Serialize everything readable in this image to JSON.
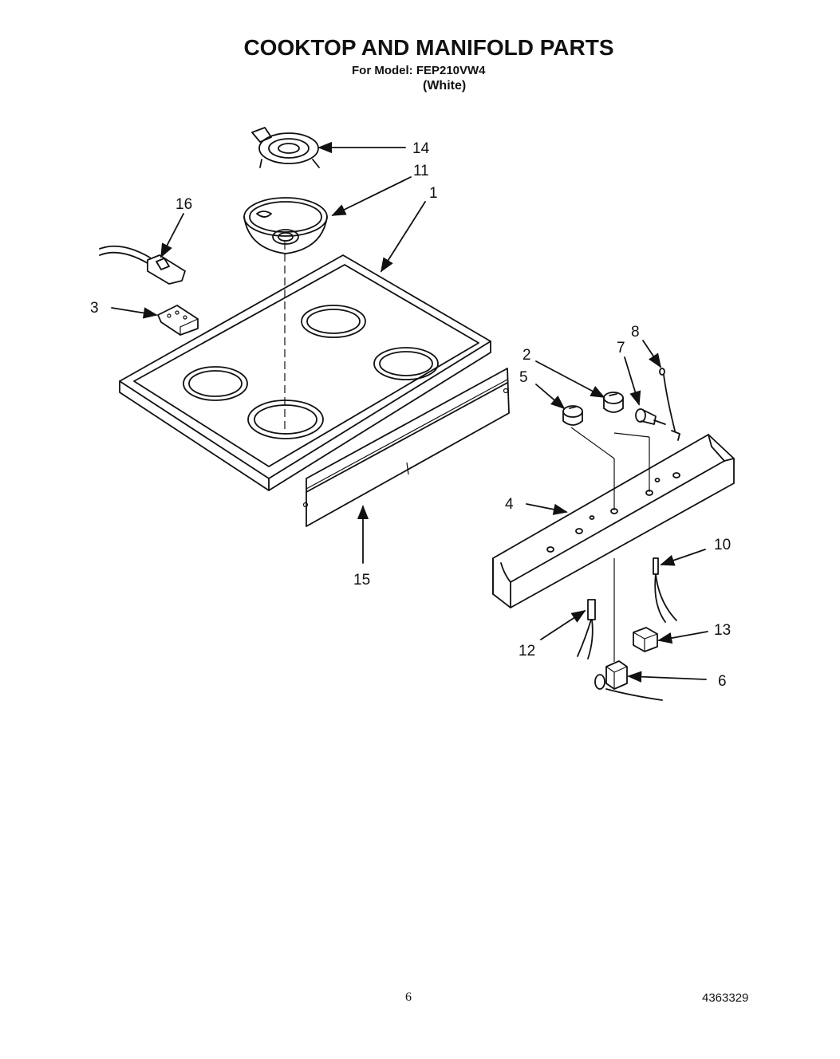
{
  "page": {
    "title": "COOKTOP AND MANIFOLD PARTS",
    "model_line": "For Model: FEP210VW4",
    "color_line": "(White)",
    "page_number": "6",
    "document_number": "4363329"
  },
  "callouts": {
    "c1": "1",
    "c2": "2",
    "c3": "3",
    "c4": "4",
    "c5": "5",
    "c6": "6",
    "c7": "7",
    "c8": "8",
    "c10": "10",
    "c11": "11",
    "c12": "12",
    "c13": "13",
    "c14": "14",
    "c15": "15",
    "c16": "16"
  }
}
